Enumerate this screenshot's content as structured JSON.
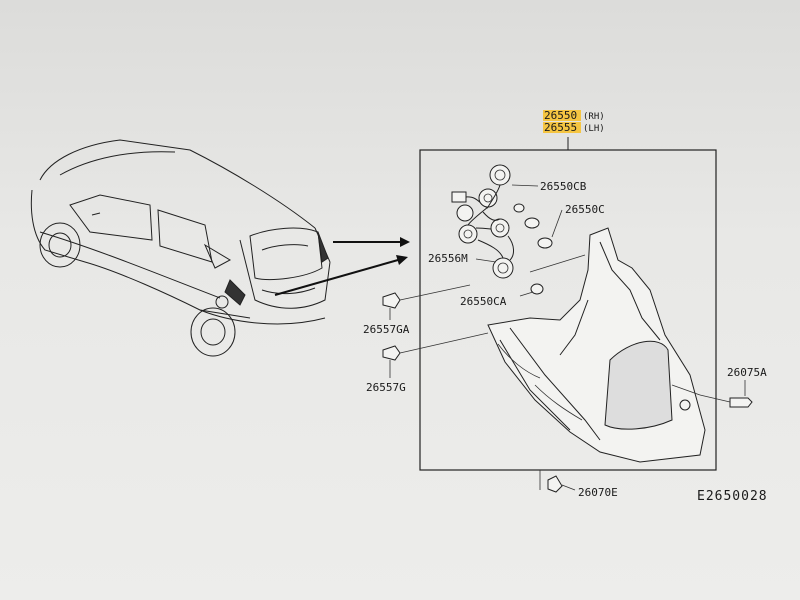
{
  "parts": {
    "assembly_rh_number": "26550",
    "assembly_rh_side": "(RH)",
    "assembly_lh_number": "26555",
    "assembly_lh_side": "(LH)",
    "bulb_socket_cb": "26550CB",
    "bulb_c": "26550C",
    "harness_m": "26556M",
    "bulb_ca": "26550CA",
    "clip_ga": "26557GA",
    "clip_g": "26557G",
    "screw_a": "26075A",
    "bolt_e": "26070E"
  },
  "diagram_ref": "E2650028",
  "colors": {
    "highlight": "#f5c542",
    "ink": "#222222",
    "background": "#e6e6e4"
  }
}
